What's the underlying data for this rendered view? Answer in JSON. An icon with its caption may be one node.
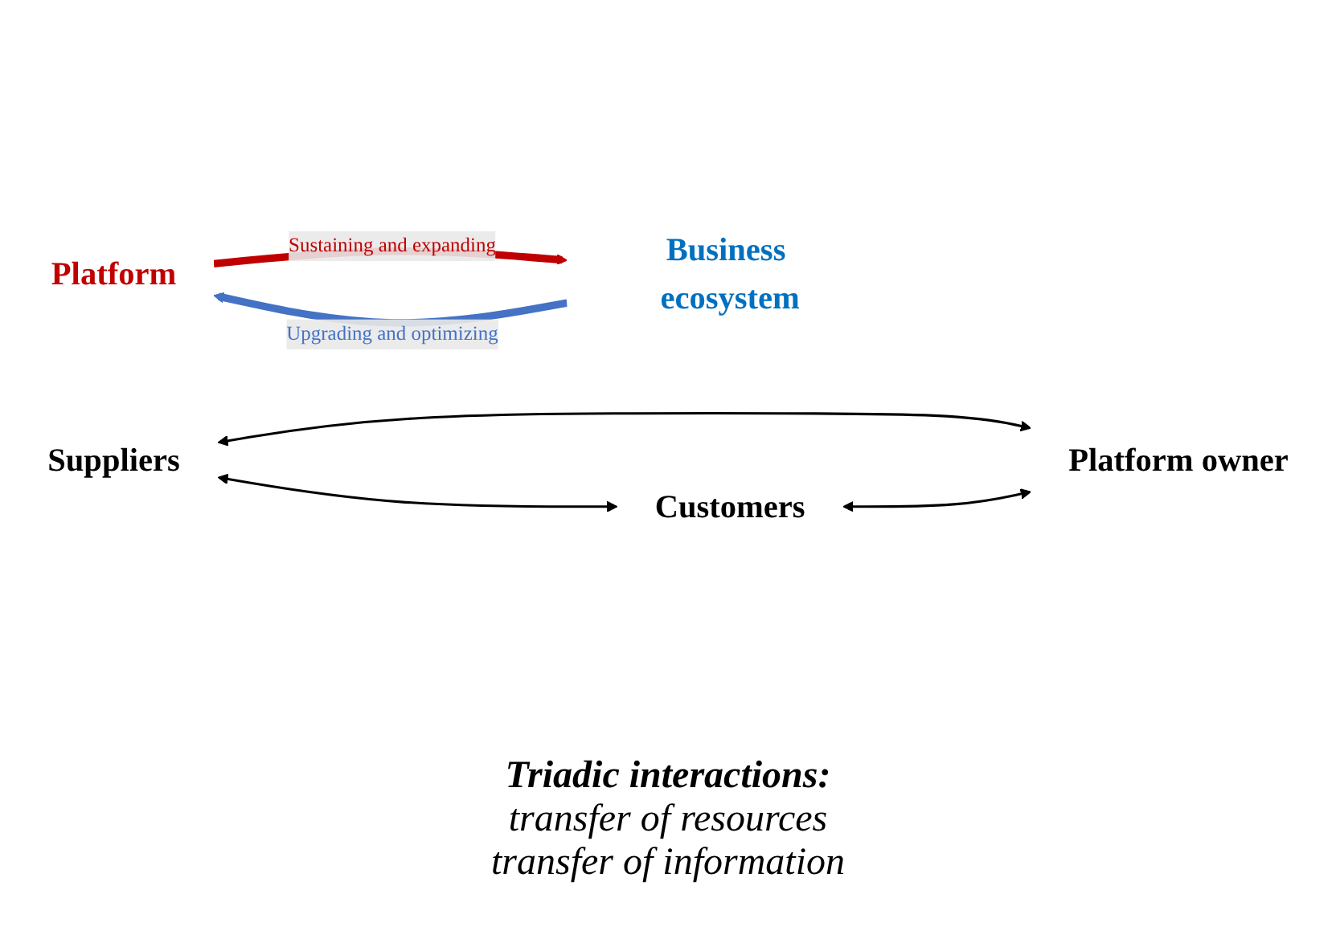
{
  "diagram": {
    "nodes": [
      {
        "text": [
          "Platform"
        ]
      },
      {
        "text": [
          "Business ecosystem"
        ]
      },
      {
        "text": [
          "Suppliers"
        ]
      },
      {
        "text": [
          "Customers"
        ]
      },
      {
        "text": [
          "Platform owner"
        ]
      }
    ],
    "edges": [
      {
        "from": 0,
        "to": 1,
        "arrow": "to",
        "label": "Sustaining and expanding",
        "style": "thick",
        "color": "#c00000"
      },
      {
        "from": 1,
        "to": 0,
        "arrow": "to",
        "label": "Upgrading and optimizing",
        "style": "thick",
        "color": "#4472c4"
      },
      {
        "from": 2,
        "to": 3,
        "arrow": "both"
      },
      {
        "from": 2,
        "to": 4,
        "arrow": "both"
      },
      {
        "from": 3,
        "to": 4,
        "arrow": "both"
      }
    ],
    "labels": [
      "Triadic interactions:",
      "transfer of resources",
      "transfer of information"
    ]
  }
}
